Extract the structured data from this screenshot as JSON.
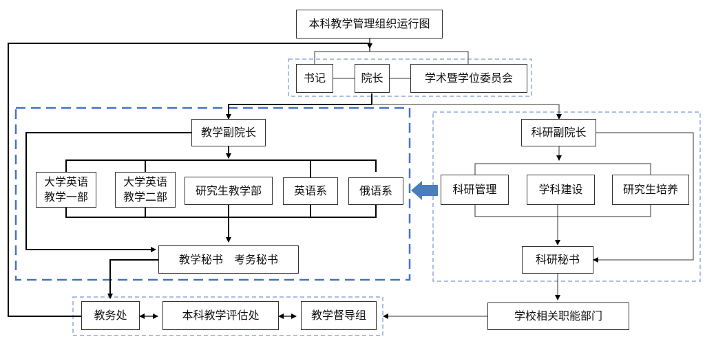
{
  "title": "本科教学管理组织运行图",
  "leadership": {
    "secretary": "书记",
    "dean": "院长",
    "academic_committee": "学术暨学位委员会"
  },
  "teaching": {
    "vice_dean": "教学副院长",
    "english_dept_1": [
      "大学英语",
      "教学一部"
    ],
    "english_dept_2": [
      "大学英语",
      "教学二部"
    ],
    "graduate_dept": "研究生教学部",
    "english_department": "英语系",
    "russian_department": "俄语系",
    "secretaries": "教学秘书　考务秘书"
  },
  "research": {
    "vice_dean": "科研副院长",
    "management": "科研管理",
    "discipline": "学科建设",
    "graduate_training": "研究生培养",
    "secretary": "科研秘书"
  },
  "bottom": {
    "academic_affairs": "教务处",
    "evaluation": "本科教学评估处",
    "supervision": "教学督导组",
    "school_departments": "学校相关职能部门"
  },
  "colors": {
    "line": "#000000",
    "thin_line": "#333333",
    "dashed_group": "#8eaadb",
    "dashed_teaching": "#4472c4",
    "arrow_fill": "#4a7ebb"
  }
}
